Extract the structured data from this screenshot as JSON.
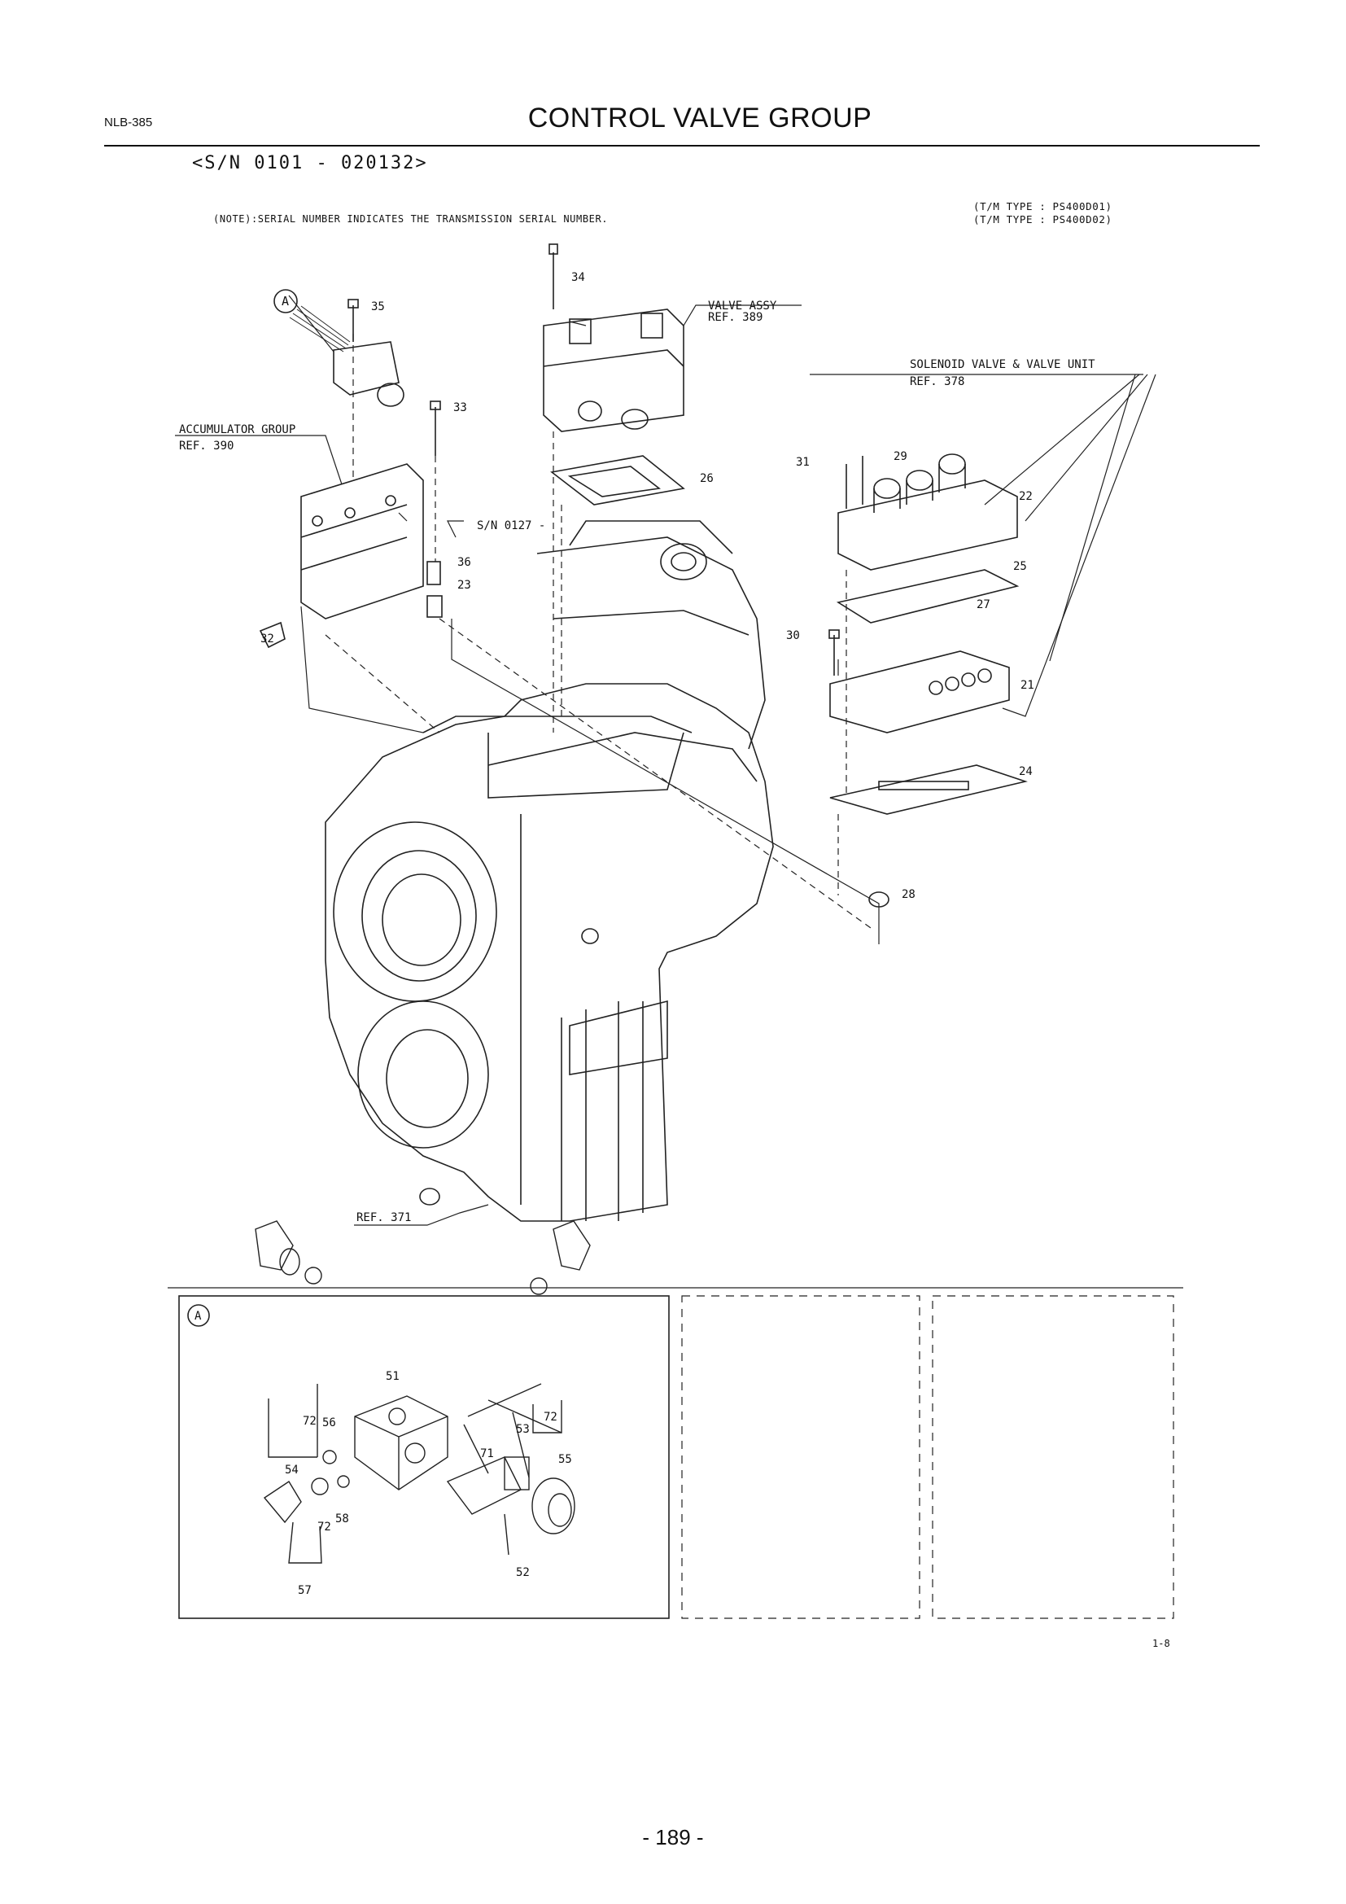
{
  "header": {
    "doc_code": "NLB-385",
    "title": "CONTROL VALVE GROUP"
  },
  "serial_range": "<S/N 0101 - 020132>",
  "note": "(NOTE):SERIAL NUMBER INDICATES THE TRANSMISSION SERIAL NUMBER.",
  "tm_types": [
    "(T/M TYPE : PS400D01)",
    "(T/M TYPE : PS400D02)"
  ],
  "callouts": {
    "valve_assy": "VALVE ASSY",
    "valve_assy_ref": "REF. 389",
    "solenoid": "SOLENOID VALVE & VALVE UNIT",
    "solenoid_ref": "REF. 378",
    "accumulator": "ACCUMULATOR GROUP",
    "accumulator_ref": "REF. 390",
    "sn_0127": "S/N 0127 -",
    "ref_371": "REF. 371",
    "detail_marker": "A"
  },
  "part_numbers": {
    "p34": "34",
    "p35": "35",
    "p33": "33",
    "p26": "26",
    "p31": "31",
    "p29": "29",
    "p22": "22",
    "p25": "25",
    "p27": "27",
    "p30": "30",
    "p21": "21",
    "p24": "24",
    "p36": "36",
    "p23": "23",
    "p32": "32",
    "p28": "28"
  },
  "detail_parts": {
    "d51": "51",
    "d72a": "72",
    "d56": "56",
    "d54": "54",
    "d72b": "72",
    "d53": "53",
    "d55": "55",
    "d71": "71",
    "d58": "58",
    "d72c": "72",
    "d57": "57",
    "d52": "52"
  },
  "sheet_ref": "1-8",
  "page_number": "- 189 -"
}
